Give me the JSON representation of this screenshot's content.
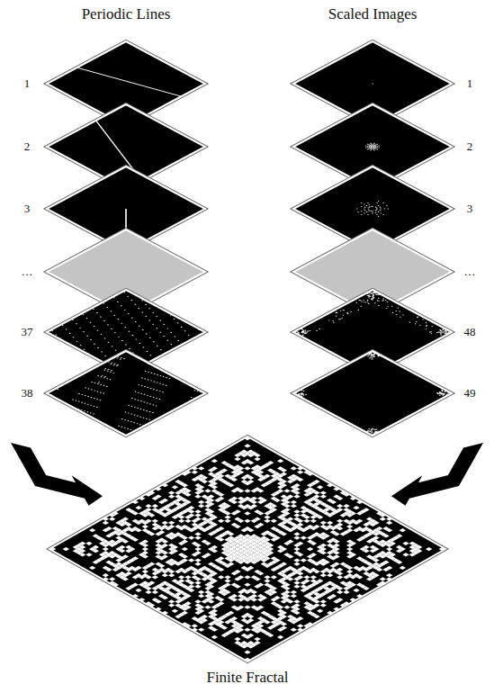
{
  "diagram": {
    "caption": "Finite Fractal",
    "labels": [
      "Periodic Lines",
      "Scaled Images",
      "1",
      "2",
      "3",
      "…",
      "37",
      "38",
      "1",
      "2",
      "3",
      "…",
      "48",
      "49"
    ]
  }
}
